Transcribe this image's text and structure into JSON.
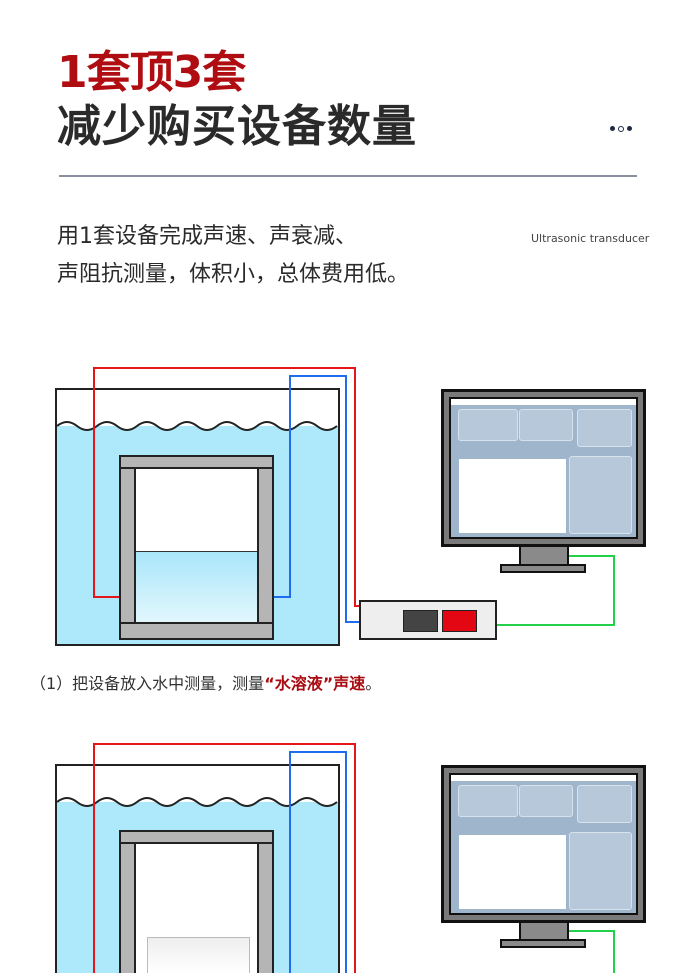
{
  "headline": {
    "red": "1套顶3套",
    "black": "减少购买设备数量"
  },
  "description": {
    "line1": "用1套设备完成声速、声衰减、",
    "line2": "声阻抗测量，体积小，总体费用低。"
  },
  "product_label": "Ultrasonic transducer",
  "caption1": {
    "prefix": "（1）把设备放入水中测量，测量",
    "highlight": "“水溶液”声速",
    "suffix": "。"
  },
  "colors": {
    "accent": "#b00d12",
    "wire_red": "#e8141b",
    "wire_blue": "#1e6cf0",
    "wire_green": "#22d04a",
    "water": "#aee8fb"
  }
}
